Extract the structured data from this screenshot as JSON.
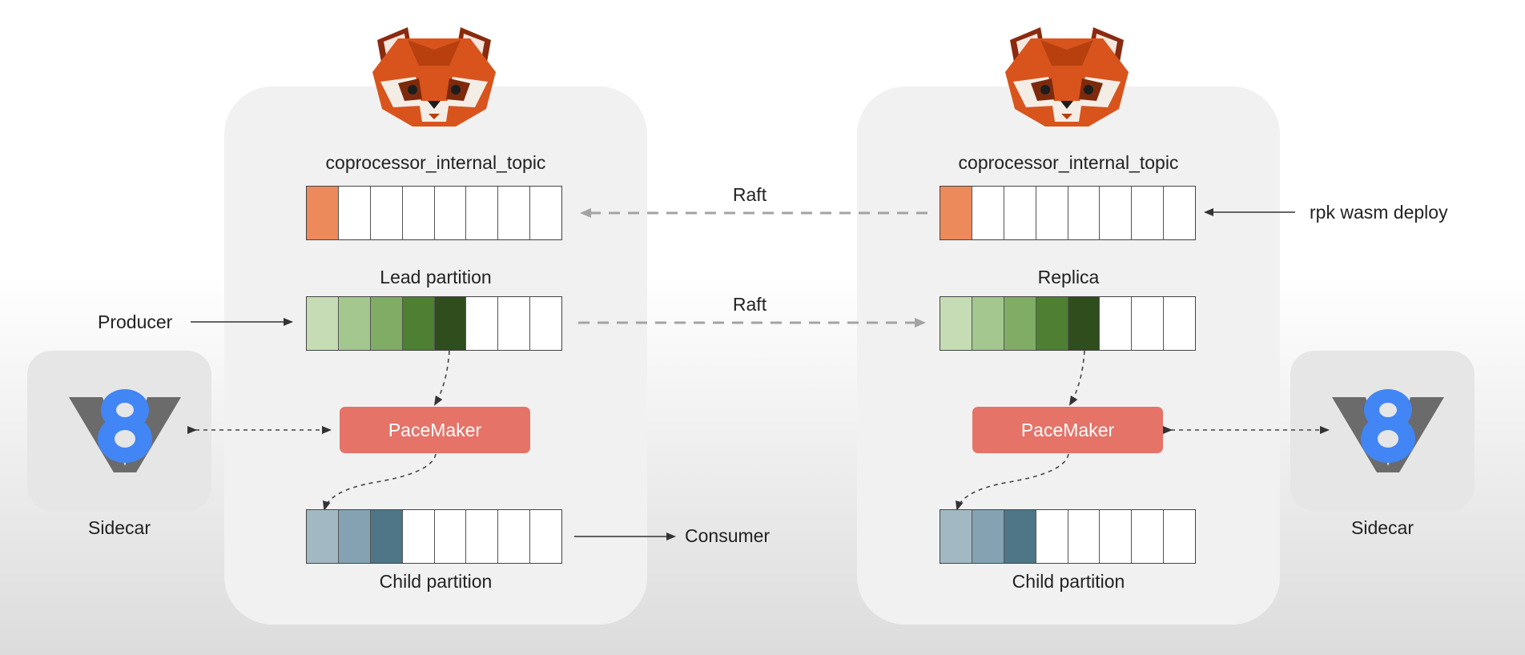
{
  "topic_label": "coprocessor_internal_topic",
  "raft_label": "Raft",
  "leader": {
    "partition_label": "Lead partition",
    "child_label": "Child partition",
    "pacemaker_label": "PaceMaker",
    "sidecar_label": "Sidecar"
  },
  "replica": {
    "partition_label": "Replica",
    "child_label": "Child partition",
    "pacemaker_label": "PaceMaker",
    "sidecar_label": "Sidecar"
  },
  "producer_label": "Producer",
  "consumer_label": "Consumer",
  "deploy_label": "rpk wasm deploy",
  "colors": {
    "topic_fill": "#ec8a5b",
    "partition_fills": [
      "#c5dcb5",
      "#a3c78e",
      "#80ac66",
      "#4e7f32",
      "#2f4d1d"
    ],
    "child_fills": [
      "#a2b9c4",
      "#84a2b2",
      "#4e7687"
    ],
    "pacemaker": "#e57368",
    "panel": "#f1f1f1",
    "v8_blue": "#4285f4",
    "v8_gray": "#6b6b6b"
  },
  "icons": [
    "redpanda-logo",
    "v8-engine-logo"
  ]
}
